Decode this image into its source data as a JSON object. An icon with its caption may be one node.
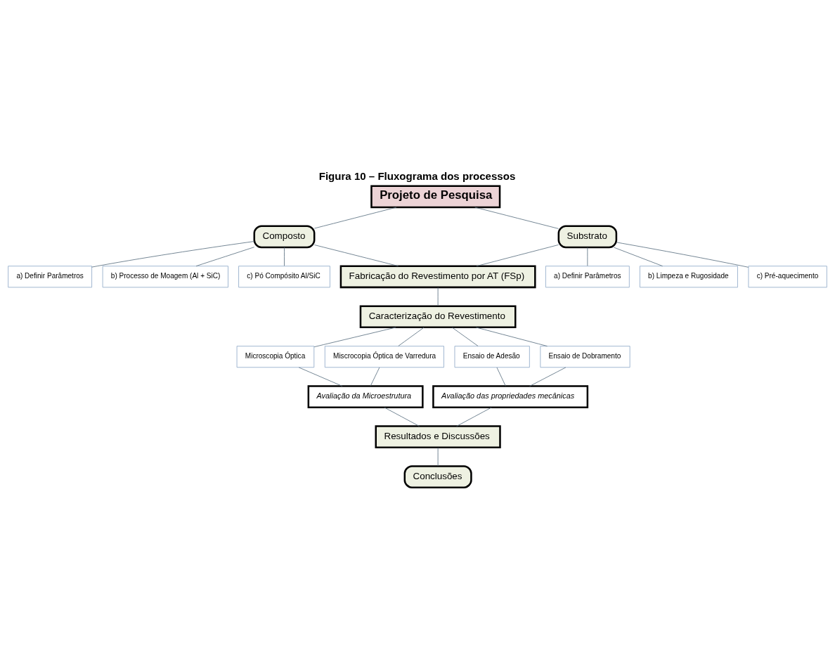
{
  "diagram": {
    "title": "Figura 10 – Fluxograma dos processos",
    "nodes": [
      {
        "text": [
          "Projeto de Pesquisa"
        ]
      },
      {
        "text": [
          "a) Definir Parâmetros"
        ]
      },
      {
        "text": [
          "b) Processo de Moagem (Al + SiC)"
        ]
      },
      {
        "text": [
          "c) Pó Compósito Al/SiC"
        ]
      },
      {
        "text": [
          "Composto"
        ]
      },
      {
        "text": [
          "Substrato"
        ]
      },
      {
        "text": [
          "a) Definir Parâmetros"
        ]
      },
      {
        "text": [
          "b) Limpeza e Rugosidade"
        ]
      },
      {
        "text": [
          "c) Pré-aquecimento"
        ]
      },
      {
        "text": [
          "Fabricação do Revestimento por AT (FSp)"
        ]
      },
      {
        "text": [
          "Caracterização do Revestimento"
        ]
      },
      {
        "text": [
          "Microscopia Óptica"
        ]
      },
      {
        "text": [
          "Miscrocopia Óptica de Varredura"
        ]
      },
      {
        "text": [
          "Ensaio de Adesão"
        ]
      },
      {
        "text": [
          "Ensaio de Dobramento"
        ]
      },
      {
        "text": [
          "Avaliação da Microestrutura"
        ]
      },
      {
        "text": [
          "Avaliação das propriedades mecânicas"
        ]
      },
      {
        "text": [
          "Resultados e Discussões"
        ]
      },
      {
        "text": [
          "Conclusões"
        ]
      }
    ],
    "edges": [
      {
        "from": 0,
        "to": 4,
        "arrow": "none"
      },
      {
        "from": 0,
        "to": 5,
        "arrow": "none"
      },
      {
        "from": 4,
        "to": 1,
        "arrow": "none"
      },
      {
        "from": 4,
        "to": 2,
        "arrow": "none"
      },
      {
        "from": 4,
        "to": 3,
        "arrow": "none"
      },
      {
        "from": 5,
        "to": 6,
        "arrow": "none"
      },
      {
        "from": 5,
        "to": 7,
        "arrow": "none"
      },
      {
        "from": 5,
        "to": 8,
        "arrow": "none"
      },
      {
        "from": 4,
        "to": 9,
        "arrow": "none"
      },
      {
        "from": 5,
        "to": 9,
        "arrow": "none"
      },
      {
        "from": 9,
        "to": 10,
        "arrow": "none"
      },
      {
        "from": 10,
        "to": 11,
        "arrow": "none"
      },
      {
        "from": 10,
        "to": 12,
        "arrow": "none"
      },
      {
        "from": 10,
        "to": 13,
        "arrow": "none"
      },
      {
        "from": 10,
        "to": 14,
        "arrow": "none"
      },
      {
        "from": 11,
        "to": 15,
        "arrow": "none"
      },
      {
        "from": 12,
        "to": 15,
        "arrow": "none"
      },
      {
        "from": 13,
        "to": 16,
        "arrow": "none"
      },
      {
        "from": 14,
        "to": 16,
        "arrow": "none"
      },
      {
        "from": 15,
        "to": 17,
        "arrow": "none"
      },
      {
        "from": 16,
        "to": 17,
        "arrow": "none"
      },
      {
        "from": 17,
        "to": 18,
        "arrow": "none"
      }
    ]
  }
}
